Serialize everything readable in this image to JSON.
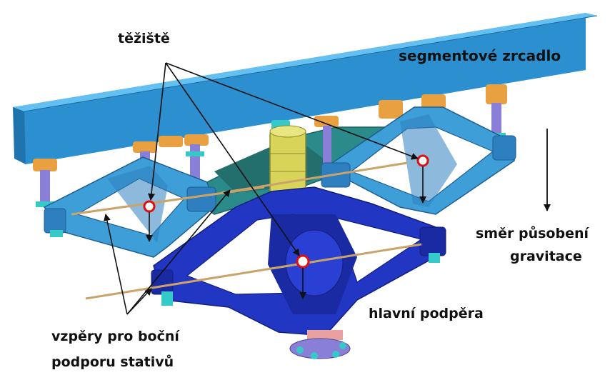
{
  "labels": {
    "centroid": "těžiště",
    "mirror": "segmentové zrcadlo",
    "gravity_line1": "směr působení",
    "gravity_line2": "gravitace",
    "main_support": "hlavní podpěra",
    "struts_line1": "vzpěry pro boční",
    "struts_line2": "podporu stativů"
  },
  "colors": {
    "mirror_top": "#3aa7e6",
    "mirror_side": "#2b8fd0",
    "frame_light": "#3e9fd8",
    "frame_mid": "#2e7fc0",
    "frame_dark": "#2236c4",
    "frame_back": "#2b8b8a",
    "cylinder": "#d8d45a",
    "rod": "#c9a36a",
    "marker": "#e01010",
    "connector_purple": "#8a7fd6",
    "connector_orange": "#e8a040",
    "connector_cyan": "#36c9c9"
  }
}
